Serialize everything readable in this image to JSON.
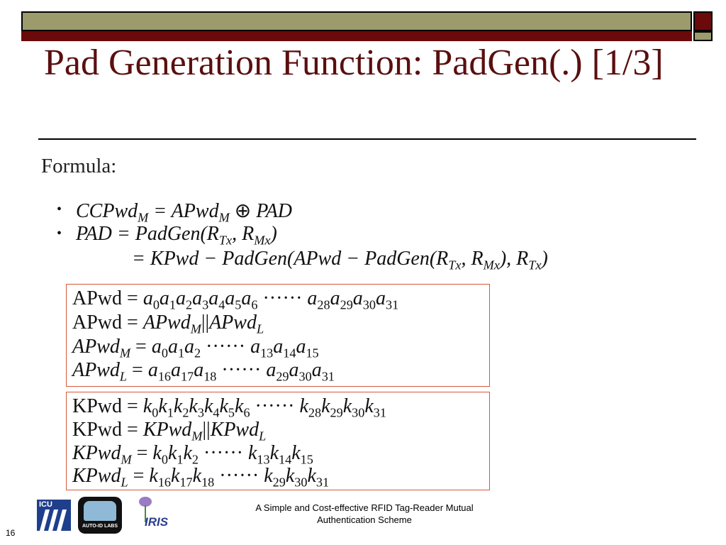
{
  "slide": {
    "title": "Pad Generation Function: PadGen(.) [1/3]",
    "subheading": "Formula:",
    "bullets": [
      "CCPwd_M = APwd_M ⊕ PAD",
      "PAD = PadGen(R_Tx, R_Mx)",
      "= KPwd − PadGen(APwd − PadGen(R_Tx, R_Mx), R_Tx)"
    ],
    "apwd_box": [
      "APwd = a0a1a2a3a4a5a6 ······ a28a29a30a31",
      "APwd = APwd_M || APwd_L",
      "APwd_M = a0a1a2 ······ a13a14a15",
      "APwd_L = a16a17a18 ······ a29a30a31"
    ],
    "kpwd_box": [
      "KPwd = k0k1k2k3k4k5k6 ······ k28k29k30k31",
      "KPwd = KPwd_M || KPwd_L",
      "KPwd_M = k0k1k2 ······ k13k14k15",
      "KPwd_L = k16k17k18 ······ k29k30k31"
    ],
    "footer": "A Simple and Cost-effective RFID Tag-Reader Mutual Authentication Scheme",
    "page_number": "16",
    "logos": {
      "icu": "ICU",
      "auto_id": "AUTO-ID LABS",
      "iris": "IRIS"
    }
  },
  "colors": {
    "title": "#5a0f0f",
    "band_olive": "#9b9b6c",
    "band_red": "#6b0a0a",
    "box_border": "#d45a3a"
  }
}
